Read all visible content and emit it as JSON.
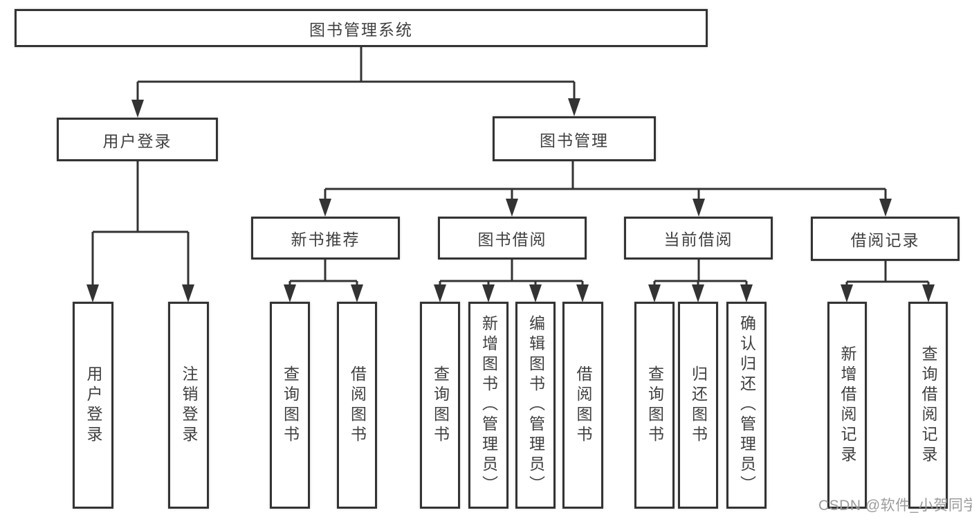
{
  "diagram": {
    "line_color": "#333333",
    "text_color": "#3f3f3f",
    "box_bg": "#ffffff"
  },
  "tree": {
    "root": {
      "label": "图书管理系统"
    },
    "children": [
      {
        "label": "用户登录",
        "children": [
          {
            "label": "用户登录"
          },
          {
            "label": "注销登录"
          }
        ]
      },
      {
        "label": "图书管理",
        "children": [
          {
            "label": "新书推荐",
            "children": [
              {
                "label": "查询图书"
              },
              {
                "label": "借阅图书"
              }
            ]
          },
          {
            "label": "图书借阅",
            "children": [
              {
                "label": "查询图书"
              },
              {
                "label": "新增图书（管理员）"
              },
              {
                "label": "编辑图书（管理员）"
              },
              {
                "label": "借阅图书"
              }
            ]
          },
          {
            "label": "当前借阅",
            "children": [
              {
                "label": "查询图书"
              },
              {
                "label": "归还图书"
              },
              {
                "label": "确认归还（管理员）"
              }
            ]
          },
          {
            "label": "借阅记录",
            "children": [
              {
                "label": "新增借阅记录"
              },
              {
                "label": "查询借阅记录"
              }
            ]
          }
        ]
      }
    ]
  },
  "watermark": {
    "text": "CSDN @软件_小贺同学",
    "color": "#9b9b9b"
  }
}
